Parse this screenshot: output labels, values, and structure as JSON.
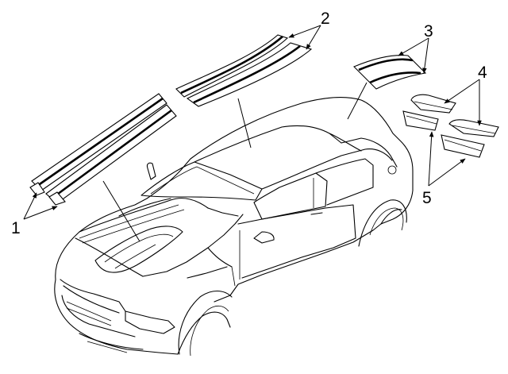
{
  "callouts": [
    {
      "id": "1",
      "label": "1"
    },
    {
      "id": "2",
      "label": "2"
    },
    {
      "id": "3",
      "label": "3"
    },
    {
      "id": "4",
      "label": "4"
    },
    {
      "id": "5",
      "label": "5"
    }
  ],
  "colors": {
    "line": "#000000",
    "background": "#ffffff"
  },
  "icons": {
    "vehicle": "car-body-outline-icon",
    "leader": "arrowhead-icon"
  }
}
